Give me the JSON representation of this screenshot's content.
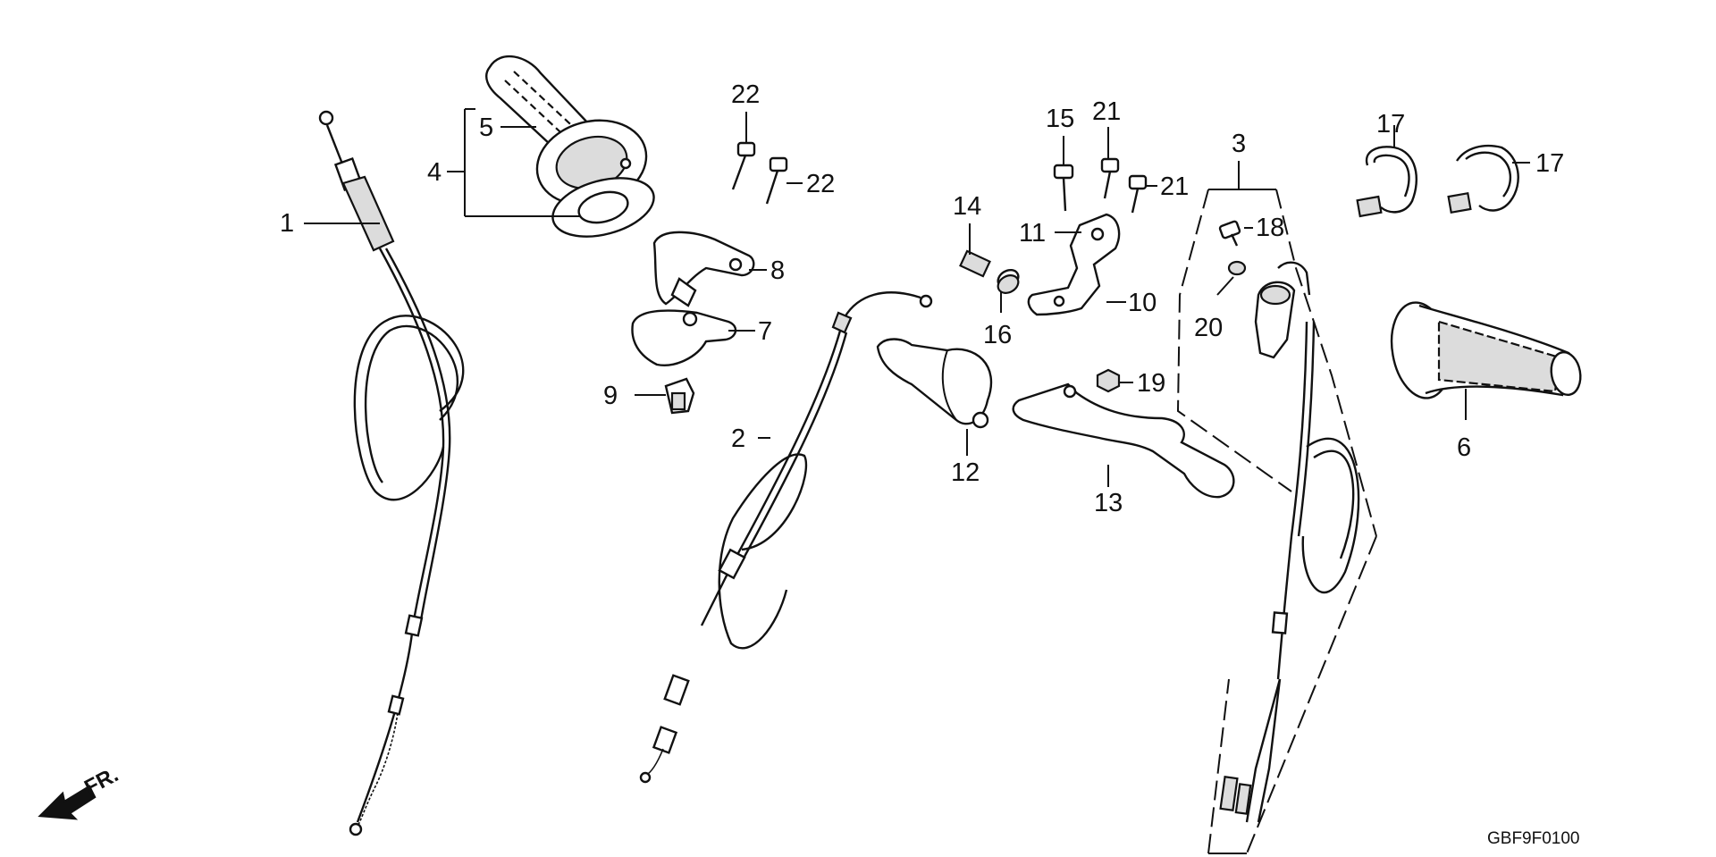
{
  "diagram": {
    "callouts": [
      "1",
      "2",
      "3",
      "4",
      "5",
      "6",
      "7",
      "8",
      "9",
      "10",
      "11",
      "12",
      "13",
      "14",
      "15",
      "16",
      "17",
      "17",
      "18",
      "19",
      "20",
      "21",
      "21",
      "22",
      "22"
    ],
    "diagram_code": "GBF9F0100",
    "direction_marker": "FR."
  }
}
